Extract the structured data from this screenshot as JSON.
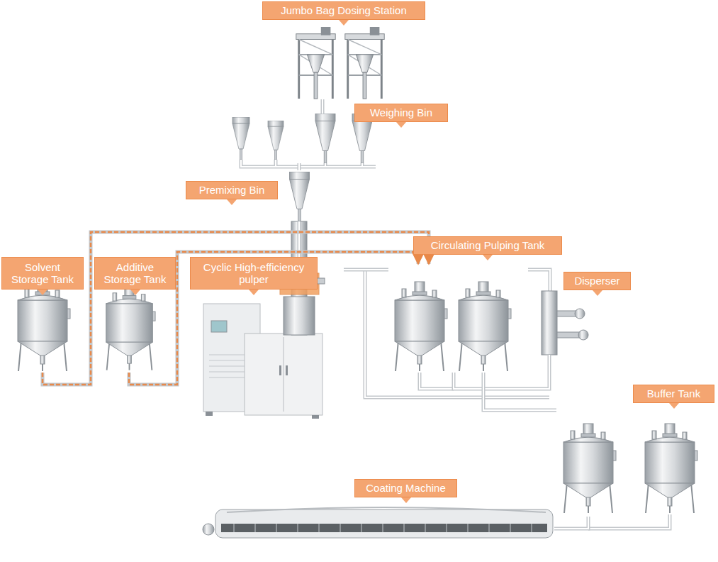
{
  "diagram": {
    "nodes": [
      {
        "text": [
          "Jumbo Bag Dosing Station"
        ]
      },
      {
        "text": [
          "Weighing Bin"
        ]
      },
      {
        "text": [
          "Premixing Bin"
        ]
      },
      {
        "text": [
          "Solvent Storage Tank"
        ]
      },
      {
        "text": [
          "Additive Storage Tank"
        ]
      },
      {
        "text": [
          "Cyclic High-efficiency pulper"
        ]
      },
      {
        "text": [
          "Circulating Pulping Tank"
        ]
      },
      {
        "text": [
          "Disperser"
        ]
      },
      {
        "text": [
          "Buffer Tank"
        ]
      },
      {
        "text": [
          "Coating Machine"
        ]
      }
    ],
    "edges": [
      {
        "from": 0,
        "to": 1,
        "arrow": "none"
      },
      {
        "from": 1,
        "to": 2,
        "arrow": "none"
      },
      {
        "from": 2,
        "to": 5,
        "arrow": "none"
      },
      {
        "from": 3,
        "to": 6,
        "arrow": "to"
      },
      {
        "from": 4,
        "to": 6,
        "arrow": "to"
      },
      {
        "from": 5,
        "to": 6,
        "arrow": "none"
      },
      {
        "from": 6,
        "to": 7,
        "arrow": "none"
      },
      {
        "from": 6,
        "to": 8,
        "arrow": "none"
      },
      {
        "from": 8,
        "to": 9,
        "arrow": "none"
      }
    ]
  }
}
